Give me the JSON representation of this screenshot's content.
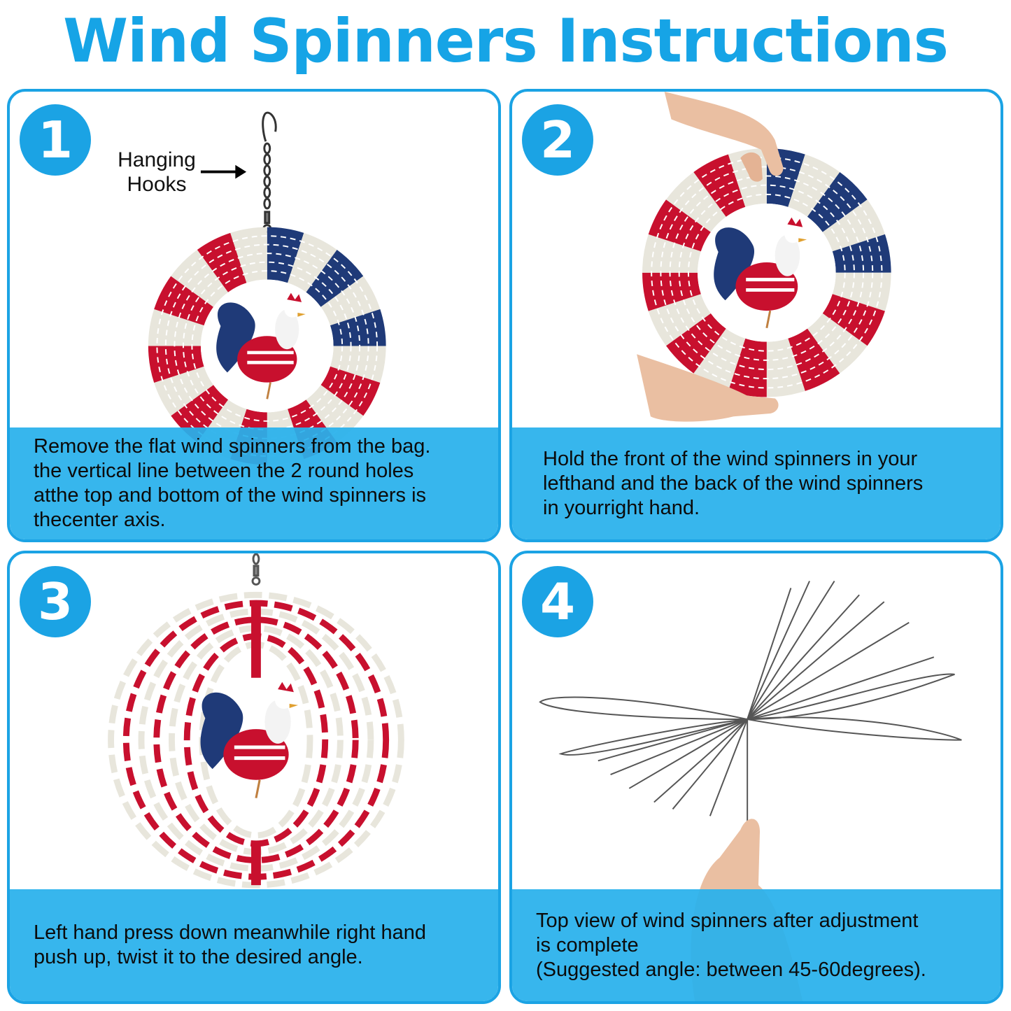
{
  "title": "Wind Spinners Instructions",
  "colors": {
    "accent": "#1ba3e4",
    "title": "#16a4e6",
    "caption_bg": "#28b0ec",
    "caption_text": "#0b0b0b",
    "flag_red": "#c8102e",
    "flag_blue": "#1f3a78",
    "spinner_silver": "#e8e6dc"
  },
  "steps": [
    {
      "number": "1",
      "annotation": {
        "line1": "Hanging",
        "line2": "Hooks",
        "arrow": "right-arrow"
      },
      "image": "flat rooster wind spinner with hanging hook and chain",
      "caption": [
        "Remove the flat wind spinners from the bag.",
        "the vertical line between the 2 round holes",
        "atthe top and bottom of the wind spinners is",
        "thecenter axis."
      ]
    },
    {
      "number": "2",
      "image": "hands holding top and bottom of flat rooster wind spinner",
      "caption": [
        "Hold the front of the wind spinners in your",
        "lefthand and the back of the wind spinners",
        "in yourright hand."
      ]
    },
    {
      "number": "3",
      "image": "twisted 3D rooster wind spinner hanging from chain",
      "caption": [
        "Left hand press down meanwhile right hand",
        "push up, twist it to the desired angle."
      ]
    },
    {
      "number": "4",
      "image": "top view of adjusted wind spinner held by a hand",
      "caption": [
        "Top view of wind spinners after adjustment",
        "is complete",
        "(Suggested angle: between 45-60degrees)."
      ]
    }
  ]
}
